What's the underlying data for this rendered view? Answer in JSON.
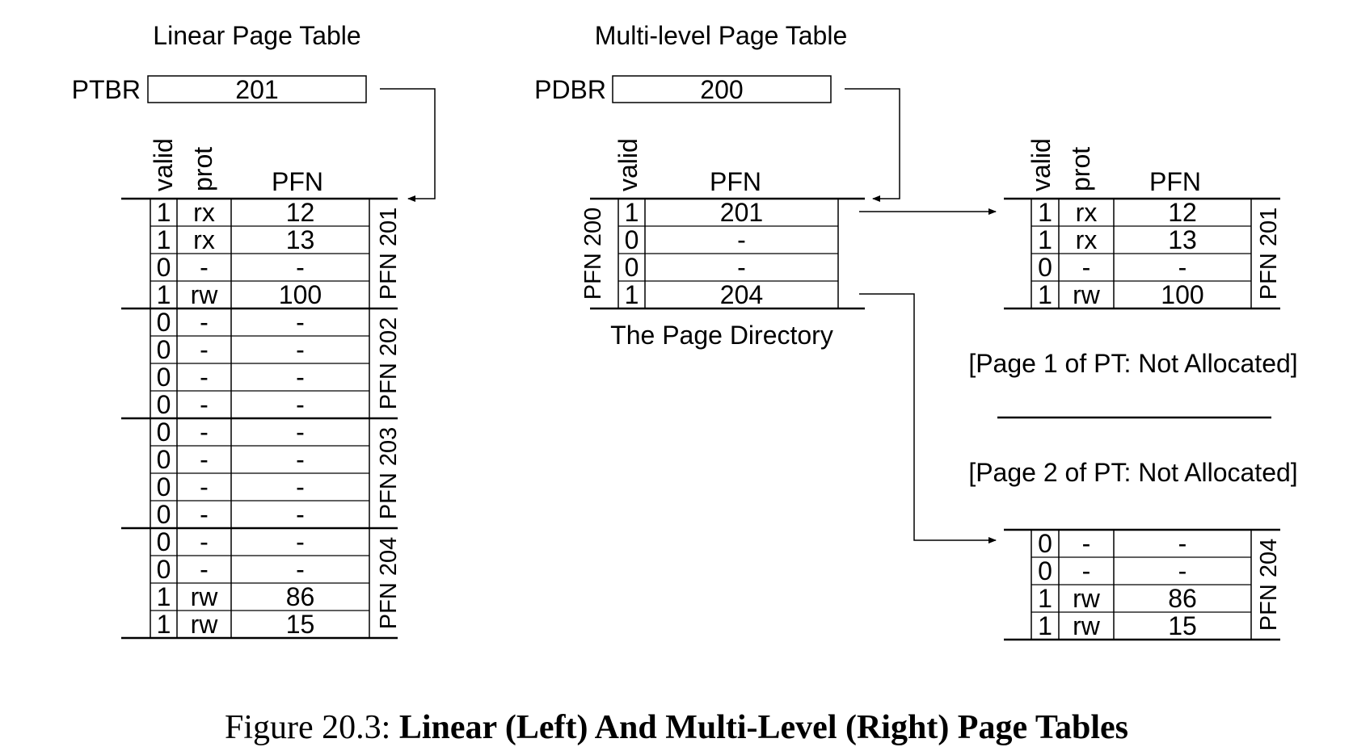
{
  "linear": {
    "title": "Linear Page Table",
    "base_label": "PTBR",
    "base_value": "201",
    "col_headers": {
      "valid": "valid",
      "prot": "prot",
      "pfn": "PFN"
    },
    "pages": [
      {
        "label": "PFN 201",
        "rows": [
          [
            "1",
            "rx",
            "12"
          ],
          [
            "1",
            "rx",
            "13"
          ],
          [
            "0",
            "-",
            "-"
          ],
          [
            "1",
            "rw",
            "100"
          ]
        ]
      },
      {
        "label": "PFN 202",
        "rows": [
          [
            "0",
            "-",
            "-"
          ],
          [
            "0",
            "-",
            "-"
          ],
          [
            "0",
            "-",
            "-"
          ],
          [
            "0",
            "-",
            "-"
          ]
        ]
      },
      {
        "label": "PFN 203",
        "rows": [
          [
            "0",
            "-",
            "-"
          ],
          [
            "0",
            "-",
            "-"
          ],
          [
            "0",
            "-",
            "-"
          ],
          [
            "0",
            "-",
            "-"
          ]
        ]
      },
      {
        "label": "PFN 204",
        "rows": [
          [
            "0",
            "-",
            "-"
          ],
          [
            "0",
            "-",
            "-"
          ],
          [
            "1",
            "rw",
            "86"
          ],
          [
            "1",
            "rw",
            "15"
          ]
        ]
      }
    ]
  },
  "multilevel": {
    "title": "Multi-level Page Table",
    "base_label": "PDBR",
    "base_value": "200",
    "directory": {
      "col_headers": {
        "valid": "valid",
        "pfn": "PFN"
      },
      "label": "PFN 200",
      "caption": "The Page Directory",
      "rows": [
        [
          "1",
          "201"
        ],
        [
          "0",
          "-"
        ],
        [
          "0",
          "-"
        ],
        [
          "1",
          "204"
        ]
      ]
    },
    "col_headers": {
      "valid": "valid",
      "prot": "prot",
      "pfn": "PFN"
    },
    "page_tables": [
      {
        "label": "PFN 201",
        "rows": [
          [
            "1",
            "rx",
            "12"
          ],
          [
            "1",
            "rx",
            "13"
          ],
          [
            "0",
            "-",
            "-"
          ],
          [
            "1",
            "rw",
            "100"
          ]
        ]
      },
      {
        "label": "PFN 204",
        "rows": [
          [
            "0",
            "-",
            "-"
          ],
          [
            "0",
            "-",
            "-"
          ],
          [
            "1",
            "rw",
            "86"
          ],
          [
            "1",
            "rw",
            "15"
          ]
        ]
      }
    ],
    "not_allocated": [
      "[Page 1 of PT: Not Allocated]",
      "[Page 2 of PT: Not Allocated]"
    ]
  },
  "caption": {
    "prefix": "Figure 20.3: ",
    "bold": "Linear (Left) And Multi-Level (Right) Page Tables"
  },
  "colors": {
    "ink": "#000000",
    "background": "#ffffff"
  }
}
